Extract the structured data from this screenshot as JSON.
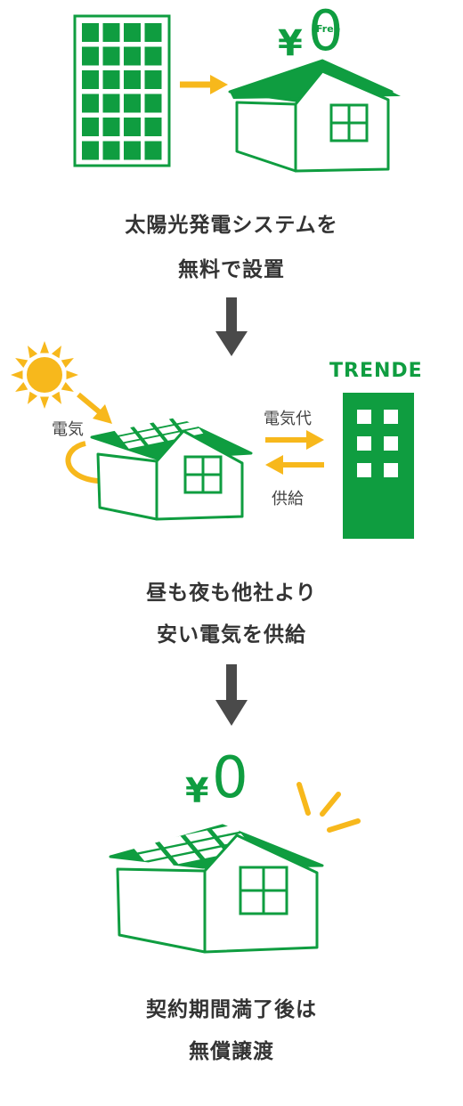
{
  "step1": {
    "price_symbol": "¥",
    "price_value": "0",
    "free_badge": "Free",
    "caption_line1": "太陽光発電システムを",
    "caption_line2": "無料で設置"
  },
  "step2": {
    "company_name": "TRENDE",
    "label_electricity": "電気",
    "label_fee": "電気代",
    "label_supply": "供給",
    "caption_line1": "昼も夜も他社より",
    "caption_line2": "安い電気を供給"
  },
  "step3": {
    "price_symbol": "¥",
    "price_value": "0",
    "caption_line1": "契約期間満了後は",
    "caption_line2": "無償譲渡"
  },
  "colors": {
    "green": "#0f9d40",
    "yellow": "#f7b81c",
    "arrow_gray": "#4a4a4a"
  }
}
